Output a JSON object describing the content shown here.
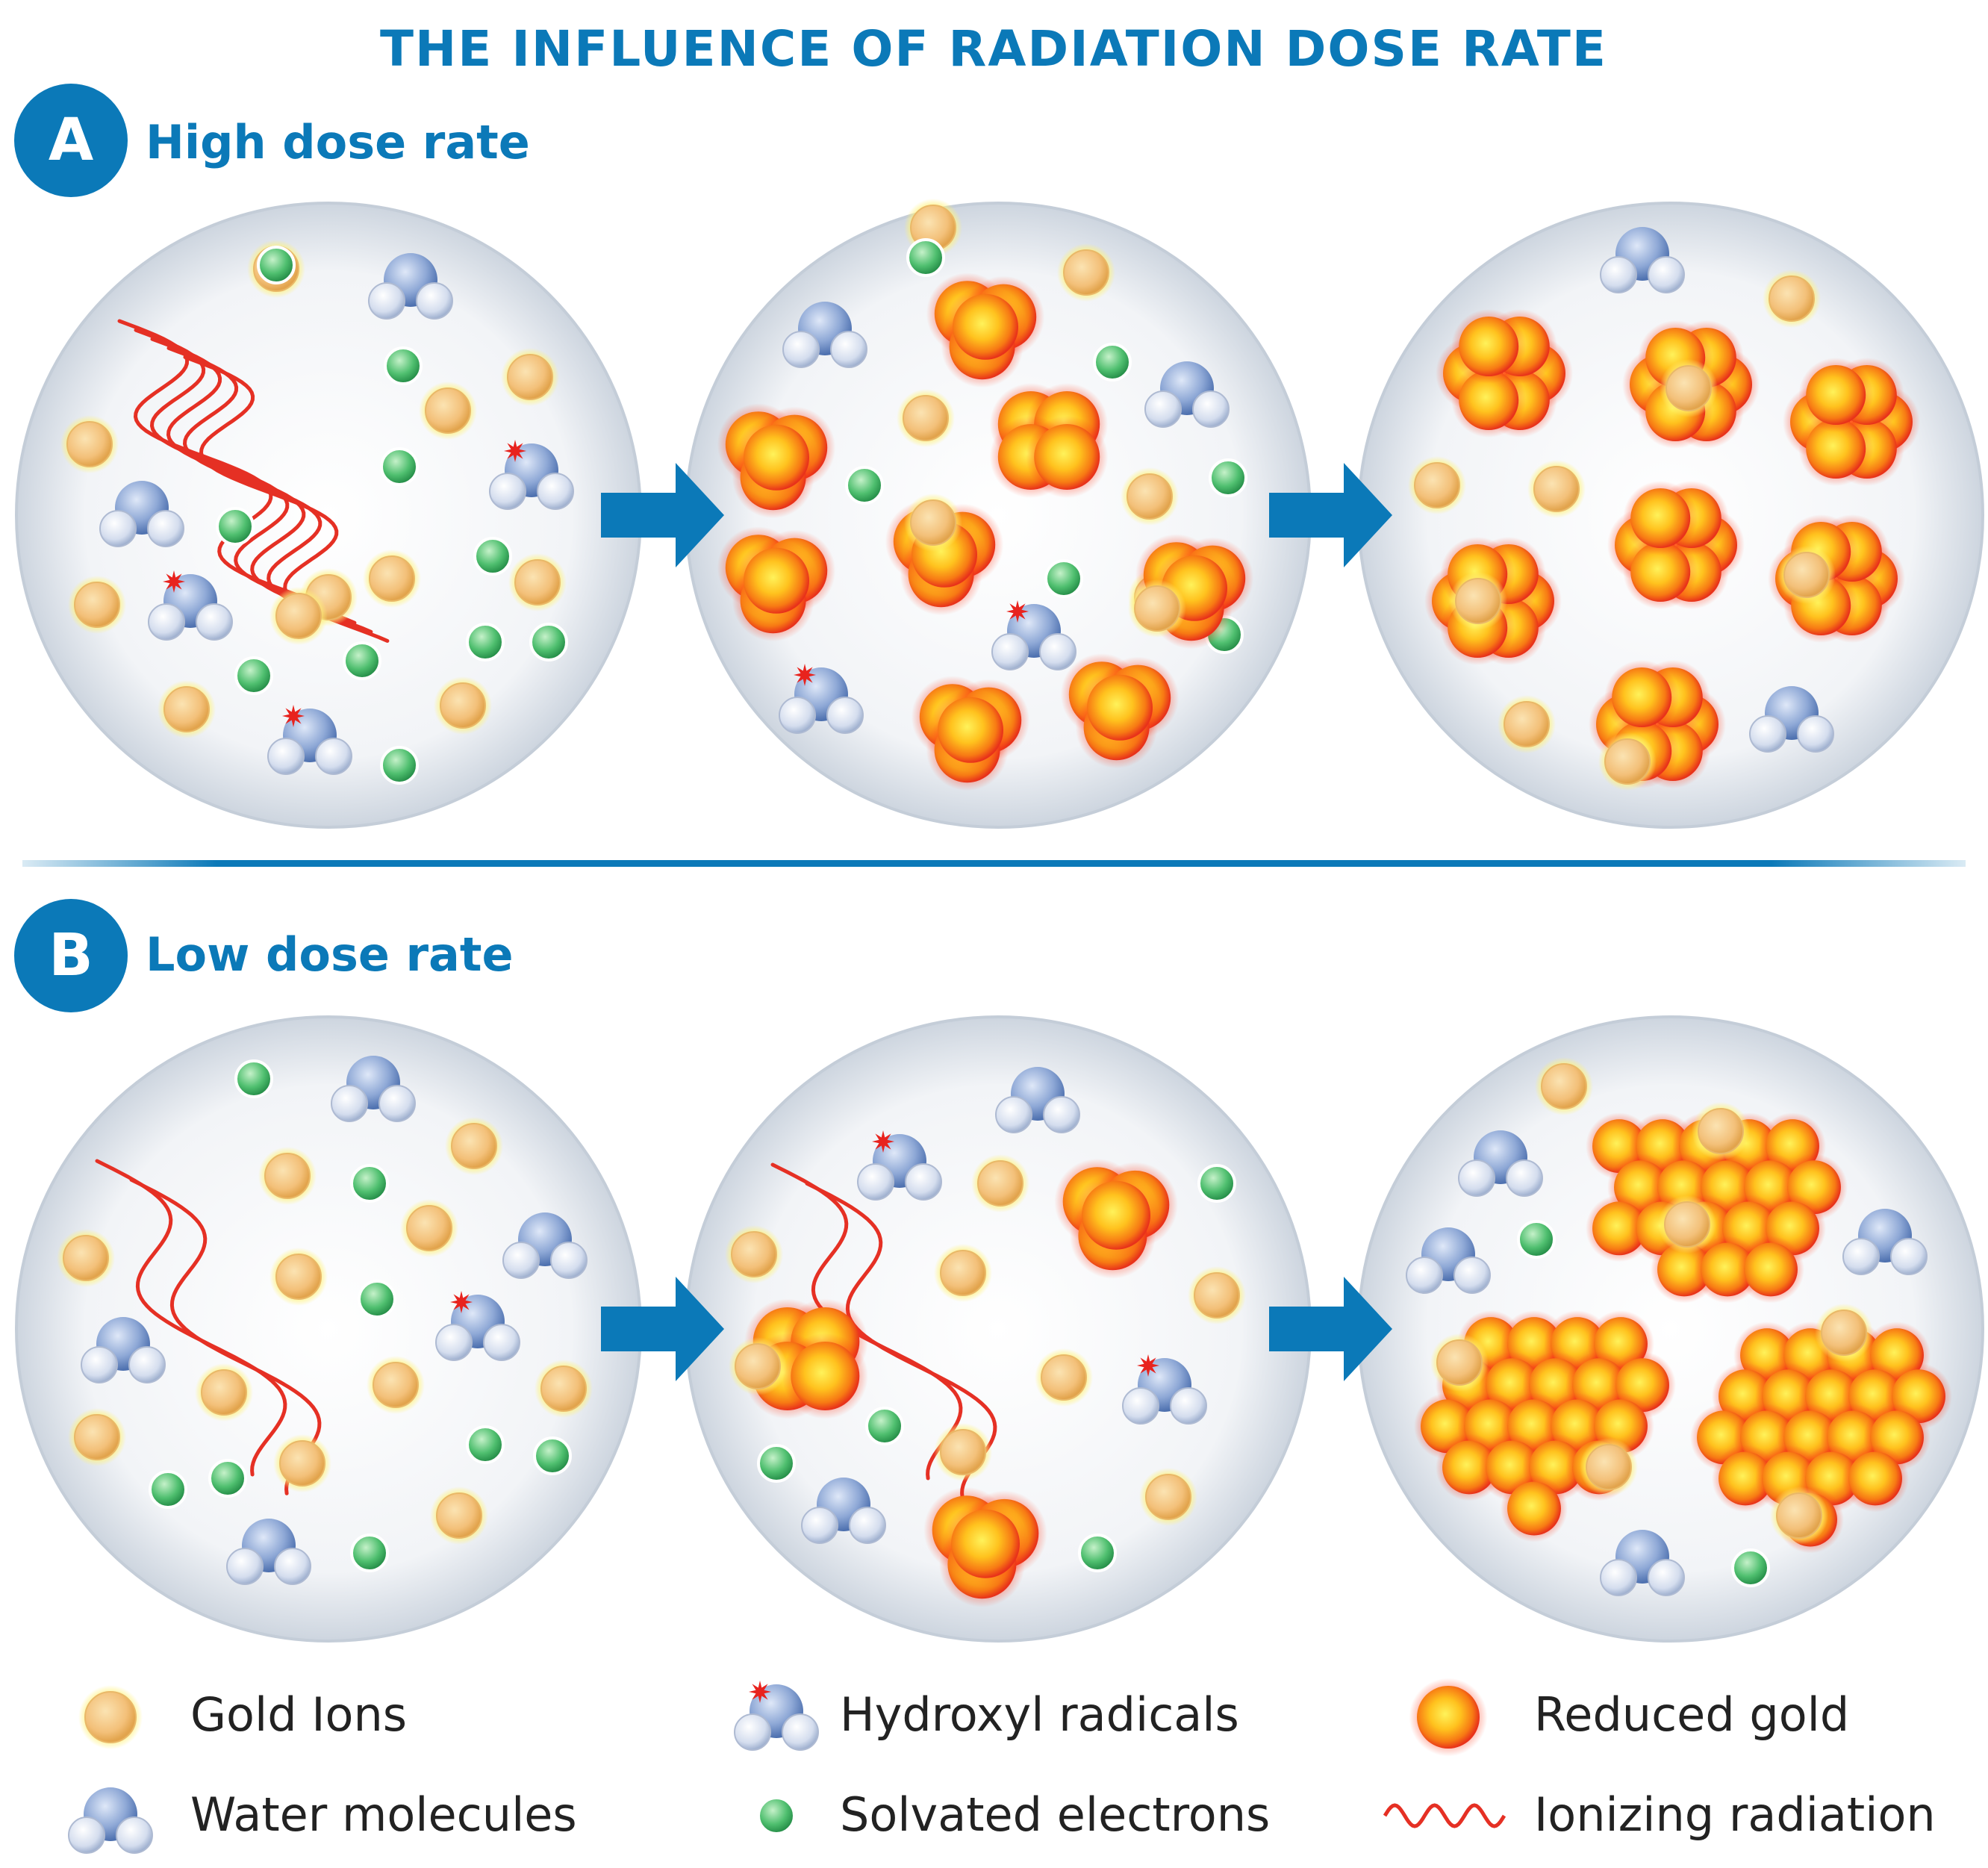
{
  "title": "THE INFLUENCE OF RADIATION DOSE RATE",
  "sections": [
    {
      "badge": "A",
      "label": "High dose rate"
    },
    {
      "badge": "B",
      "label": "Low dose rate"
    }
  ],
  "legend": [
    {
      "label": "Gold Ions",
      "icon": "gold-ion"
    },
    {
      "label": "Hydroxyl radicals",
      "icon": "hydroxyl-radical"
    },
    {
      "label": "Reduced gold",
      "icon": "reduced-gold"
    },
    {
      "label": "Water molecules",
      "icon": "water-molecule"
    },
    {
      "label": "Solvated electrons",
      "icon": "solvated-electron"
    },
    {
      "label": "Ionizing radiation",
      "icon": "ionizing-radiation"
    }
  ],
  "colors": {
    "accent": "#0b79b8",
    "gold_ion": "#f5c67a",
    "reduced_gold": "#f9a020",
    "water": "#8ea8d6",
    "electron": "#3aa860",
    "radiation": "#e53024",
    "radical_mark": "#e8231e"
  }
}
